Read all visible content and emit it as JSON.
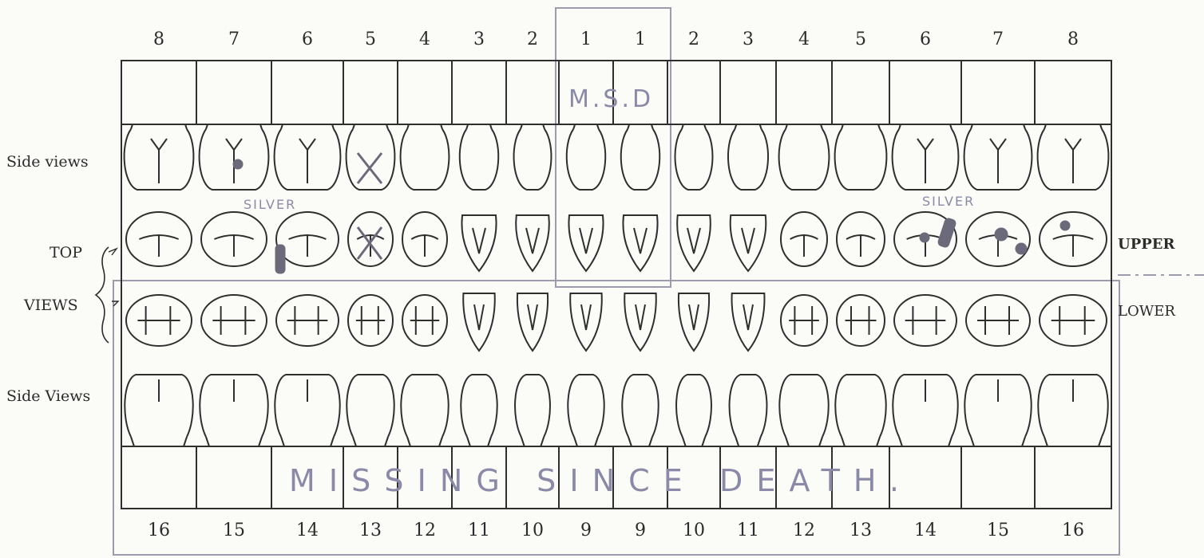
{
  "upper_numbers": [
    "8",
    "7",
    "6",
    "5",
    "4",
    "3",
    "2",
    "1",
    "1",
    "2",
    "3",
    "4",
    "5",
    "6",
    "7",
    "8"
  ],
  "lower_numbers": [
    "16",
    "15",
    "14",
    "13",
    "12",
    "11",
    "10",
    "9",
    "9",
    "10",
    "11",
    "12",
    "13",
    "14",
    "15",
    "16"
  ],
  "labels": {
    "side_views_upper": "Side views",
    "top": "TOP",
    "views": "VIEWS",
    "side_views_lower": "Side Views",
    "upper": "UPPER",
    "lower": "LOWER"
  },
  "annotations": {
    "upper_center": "M.S.D",
    "silver_left": "SILVER",
    "silver_right": "SILVER",
    "missing_since_death": "MISSING SINCE DEATH."
  },
  "colors": {
    "ink": "#2b2b2b",
    "pencil": "#8a8aa8",
    "marking": "#6a6a7a"
  }
}
